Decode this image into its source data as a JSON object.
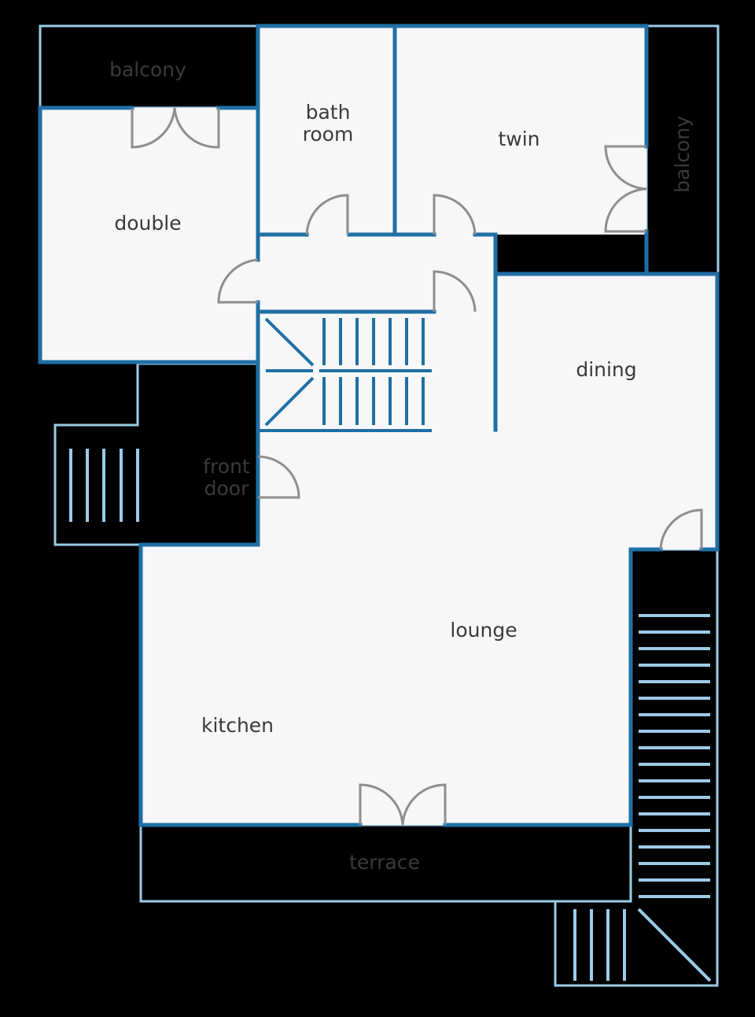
{
  "floorplan": {
    "colors": {
      "background": "#000000",
      "interior": "#f7f7f7",
      "exterior": "#ffffff",
      "wall": "#1f6fa6",
      "exterior_edge": "#9ccbe8",
      "door": "#8e8e8e",
      "text": "#3a3a3a"
    },
    "rooms": {
      "balcony_top": "balcony",
      "double": "double",
      "bathroom_line1": "bath",
      "bathroom_line2": "room",
      "twin": "twin",
      "balcony_right": "balcony",
      "dining": "dining",
      "front_door_line1": "front",
      "front_door_line2": "door",
      "lounge": "lounge",
      "kitchen": "kitchen",
      "terrace": "terrace"
    }
  }
}
